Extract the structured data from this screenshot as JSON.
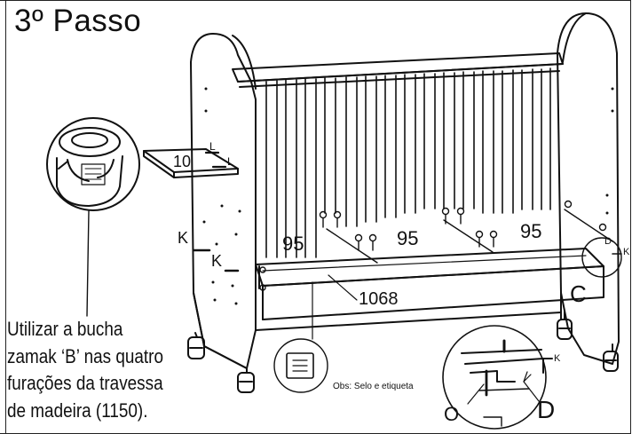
{
  "step": {
    "title": "3º Passo"
  },
  "note": {
    "lines": [
      "Utilizar a bucha",
      "zamak ‘B’ nas quatro",
      "furações da travessa",
      "de madeira (1150)."
    ]
  },
  "labels": {
    "shelf_10": "10",
    "l_top": "L",
    "l_bottom": "L",
    "k_left_1": "K",
    "k_left_2": "K",
    "k_right": "K",
    "k_detail": "K",
    "d_small": "D",
    "dim_95_1": "95",
    "dim_95_2": "95",
    "dim_95_3": "95",
    "dim_1068": "1068",
    "part_c": "C",
    "obs": "Obs: Selo e etiqueta",
    "detail_o": "O",
    "detail_d": "D"
  }
}
